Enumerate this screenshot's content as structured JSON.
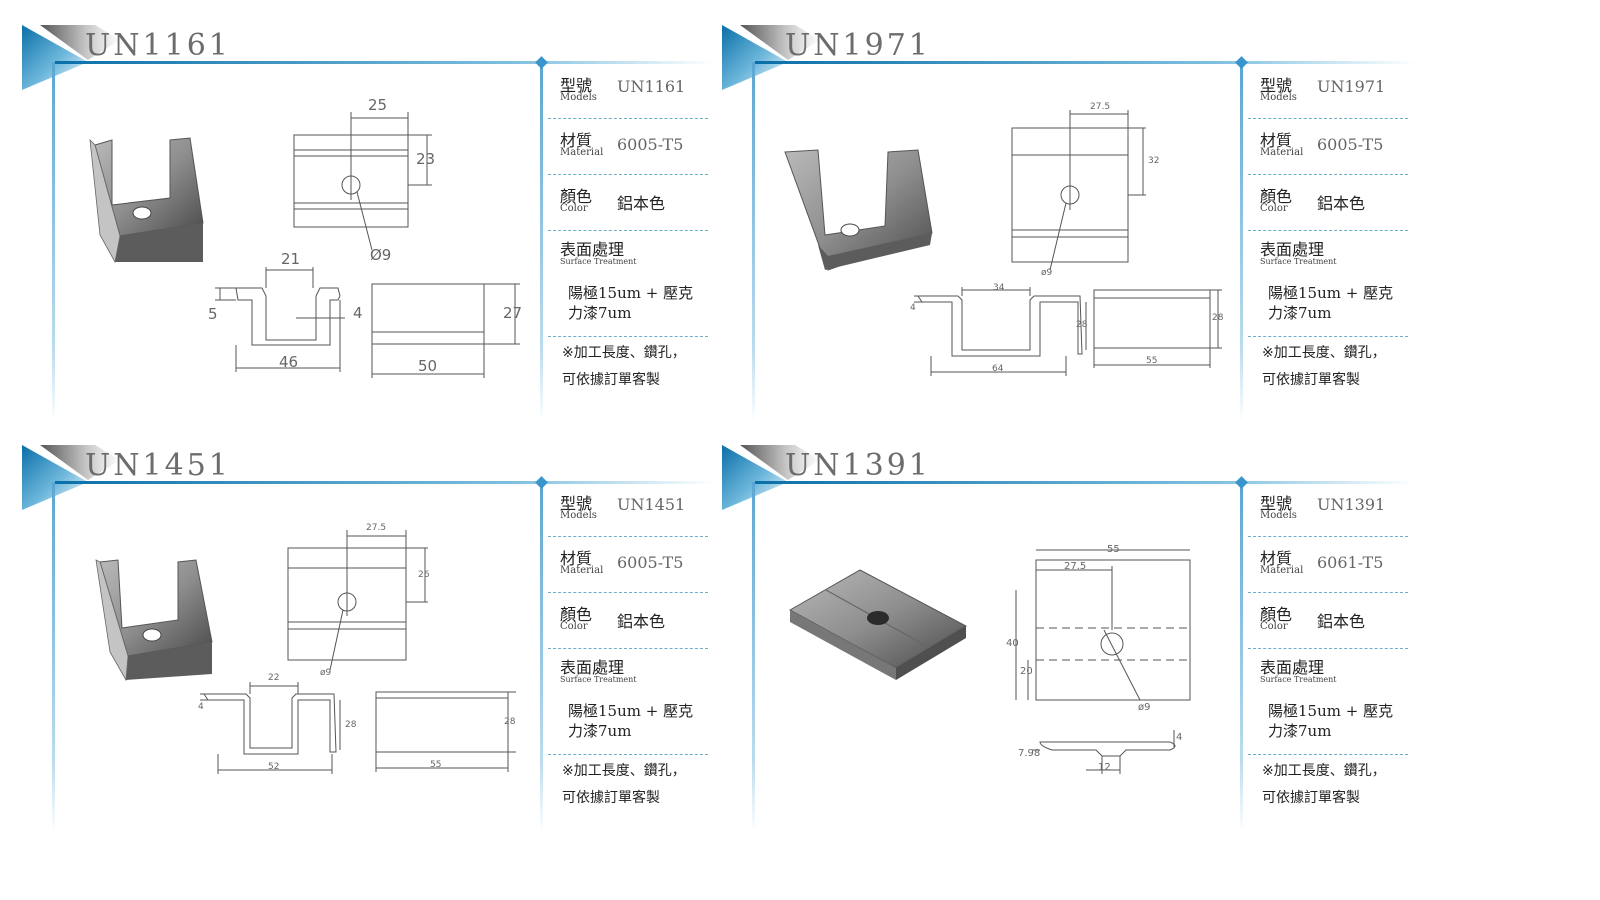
{
  "labels": {
    "model_cn": "型號",
    "model_en": "Models",
    "material_cn": "材質",
    "material_en": "Material",
    "color_cn": "顏色",
    "color_en": "Color",
    "surface_cn": "表面處理",
    "surface_en": "Surface Treatment"
  },
  "products": [
    {
      "title": "UN1161",
      "model": "UN1161",
      "material": "6005-T5",
      "color": "鋁本色",
      "treatment_line1": "陽極15um + 壓克",
      "treatment_line2": "力漆7um",
      "note_line1": "※加工長度、鑽孔，",
      "note_line2": "可依據訂單客製",
      "dims": {
        "top_width": "25",
        "top_height": "23",
        "hole": "Ø9",
        "slot_width": "21",
        "lip": "5",
        "wall": "4",
        "base_width": "46",
        "side_height": "27",
        "side_length": "50"
      }
    },
    {
      "title": "UN1971",
      "model": "UN1971",
      "material": "6005-T5",
      "color": "鋁本色",
      "treatment_line1": "陽極15um + 壓克",
      "treatment_line2": "力漆7um",
      "note_line1": "※加工長度、鑽孔，",
      "note_line2": "可依據訂單客製",
      "dims": {
        "top_width": "27.5",
        "top_height": "32",
        "hole": "ø9",
        "slot_width": "34",
        "lip": "4",
        "inner_height": "28",
        "base_width": "64",
        "side_height": "28",
        "side_length": "55"
      }
    },
    {
      "title": "UN1451",
      "model": "UN1451",
      "material": "6005-T5",
      "color": "鋁本色",
      "treatment_line1": "陽極15um + 壓克",
      "treatment_line2": "力漆7um",
      "note_line1": "※加工長度、鑽孔，",
      "note_line2": "可依據訂單客製",
      "dims": {
        "top_width": "27.5",
        "top_height": "26",
        "hole": "ø9",
        "slot_width": "22",
        "lip": "4",
        "inner_height": "28",
        "base_width": "52",
        "side_height": "28",
        "side_length": "55"
      }
    },
    {
      "title": "UN1391",
      "model": "UN1391",
      "material": "6061-T5",
      "color": "鋁本色",
      "treatment_line1": "陽極15um + 壓克",
      "treatment_line2": "力漆7um",
      "note_line1": "※加工長度、鑽孔，",
      "note_line2": "可依據訂單客製",
      "dims": {
        "width": "55",
        "half_width": "27.5",
        "height": "40",
        "half_height": "20",
        "hole": "ø9",
        "thickness": "4",
        "lip": "7.98",
        "slot": "12"
      }
    }
  ]
}
